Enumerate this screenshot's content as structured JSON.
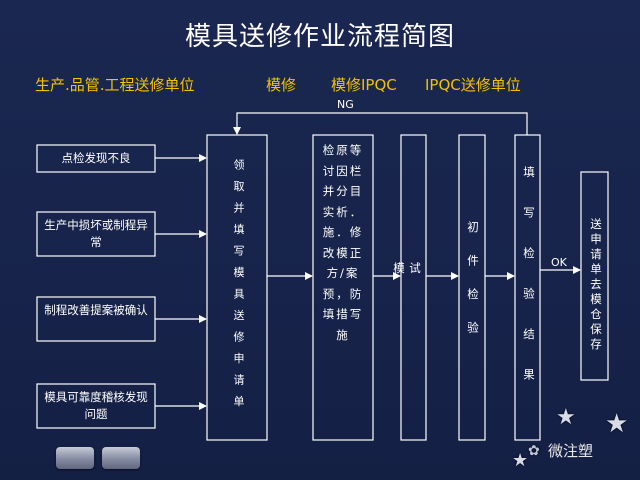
{
  "title": "模具送修作业流程简图",
  "headers": {
    "production": "生产.品管.工程送修单位",
    "repair": "模修",
    "repair_ipqc": "模修IPQC",
    "ipqc_unit": "IPQC送修单位"
  },
  "labels": {
    "ng": "NG",
    "ok": "OK"
  },
  "left_boxes": [
    "点检发现不良",
    "生产中损坏或制程异常",
    "制程改善提案被确认",
    "模具可靠度稽核发现问题"
  ],
  "process_boxes": {
    "apply": "领取并填写模具送修申请单",
    "inspect": "检原等讨因栏并分目实析．施．修改模正方/案预，防填措写施",
    "trial": "试模",
    "first_check": "初件检验",
    "fill_result": "填写检验结果",
    "send_back": "送申请单去模仓保存"
  },
  "watermark": "微注塑",
  "colors": {
    "background": "#17234a",
    "title": "#ffffff",
    "header": "#f2c200",
    "lines": "#ffffff"
  }
}
